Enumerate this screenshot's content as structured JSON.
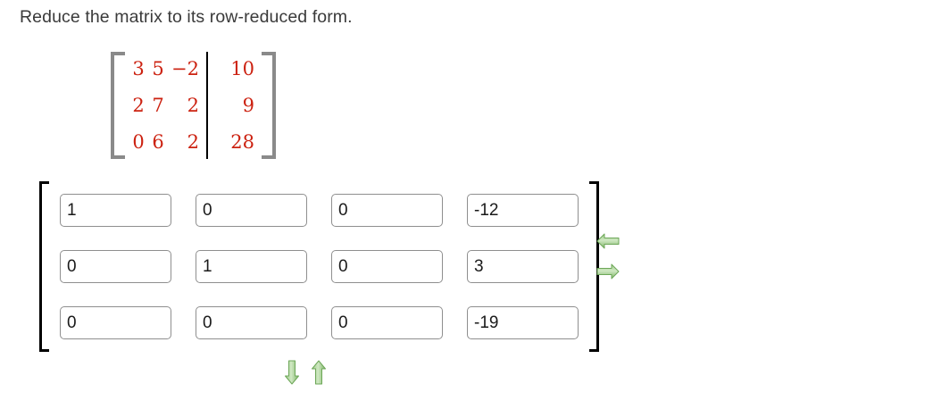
{
  "prompt": {
    "text": "Reduce the matrix to its row-reduced form."
  },
  "given_matrix": {
    "augmented": true,
    "coefficient_rows": [
      [
        "3",
        "5",
        "−2"
      ],
      [
        "2",
        "7",
        "2"
      ],
      [
        "0",
        "6",
        "2"
      ]
    ],
    "augment_column": [
      "10",
      "9",
      "28"
    ],
    "number_color": "#cc2211",
    "bracket_color": "#8a8a8a",
    "divider_color": "#000000"
  },
  "answer_matrix": {
    "bracket_color": "#000000",
    "rows": [
      {
        "cells": [
          {
            "name": "cell-r1c1",
            "value": "1",
            "placeholder": ""
          },
          {
            "name": "cell-r1c2",
            "value": "0",
            "placeholder": ""
          },
          {
            "name": "cell-r1c3",
            "value": "0",
            "placeholder": ""
          },
          {
            "name": "cell-r1c4",
            "value": "-12",
            "placeholder": ""
          }
        ]
      },
      {
        "cells": [
          {
            "name": "cell-r2c1",
            "value": "0",
            "placeholder": ""
          },
          {
            "name": "cell-r2c2",
            "value": "1",
            "placeholder": ""
          },
          {
            "name": "cell-r2c3",
            "value": "0",
            "placeholder": ""
          },
          {
            "name": "cell-r2c4",
            "value": "3",
            "placeholder": ""
          }
        ]
      },
      {
        "cells": [
          {
            "name": "cell-r3c1",
            "value": "0",
            "placeholder": ""
          },
          {
            "name": "cell-r3c2",
            "value": "0",
            "placeholder": ""
          },
          {
            "name": "cell-r3c3",
            "value": "0",
            "placeholder": ""
          },
          {
            "name": "cell-r3c4",
            "value": "-19",
            "placeholder": ""
          }
        ]
      }
    ]
  },
  "controls": {
    "arrow_color": "#7fb569",
    "arrow_color_dark": "#5f9a49",
    "arrow_color_light": "#b5d9a4",
    "side": [
      {
        "name": "remove-column-arrow",
        "icon": "arrow-left-icon",
        "direction": "left"
      },
      {
        "name": "add-column-arrow",
        "icon": "arrow-right-icon",
        "direction": "right"
      }
    ],
    "bottom": [
      {
        "name": "add-row-arrow",
        "icon": "arrow-down-icon",
        "direction": "down"
      },
      {
        "name": "remove-row-arrow",
        "icon": "arrow-up-icon",
        "direction": "up"
      }
    ]
  }
}
